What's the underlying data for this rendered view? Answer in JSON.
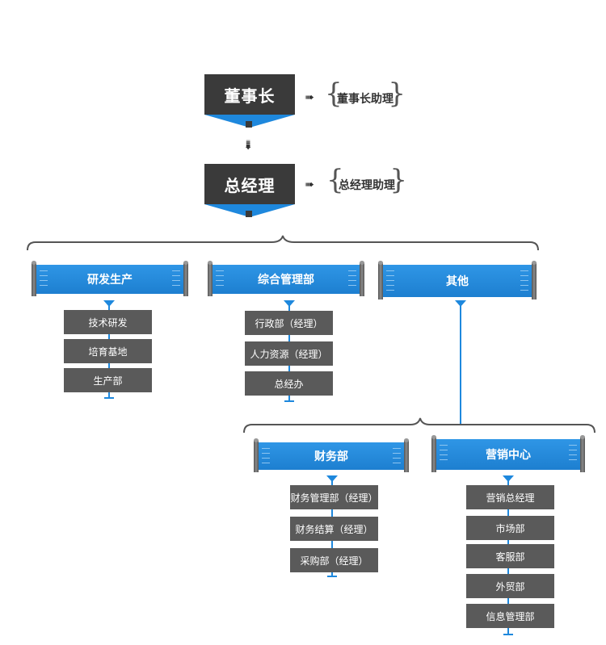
{
  "chairman": {
    "label": "董事长",
    "assistant": "董事长助理"
  },
  "gm": {
    "label": "总经理",
    "assistant": "总经理助理"
  },
  "departments": [
    {
      "label": "研发生产",
      "children": [
        "技术研发",
        "培育基地",
        "生产部"
      ]
    },
    {
      "label": "综合管理部",
      "children": [
        "行政部（经理）",
        "人力资源（经理）",
        "总经办"
      ]
    },
    {
      "label": "其他",
      "children": []
    }
  ],
  "other_children": [
    {
      "label": "财务部",
      "children": [
        "财务管理部（经理）",
        "财务结算（经理）",
        "采购部（经理）"
      ]
    },
    {
      "label": "营销中心",
      "children": [
        "营销总经理",
        "市场部",
        "客服部",
        "外贸部",
        "信息管理部"
      ]
    }
  ],
  "colors": {
    "dark": "#3a3a3a",
    "blue": "#1e88dd",
    "gray": "#5a5a5a"
  }
}
